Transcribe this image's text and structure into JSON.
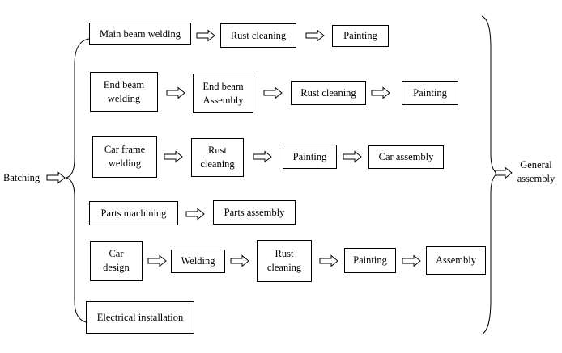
{
  "diagram": {
    "batching": "Batching",
    "general_assembly": "General\nassembly",
    "rows": [
      [
        "Main beam welding",
        "Rust cleaning",
        "Painting"
      ],
      [
        "End beam\nwelding",
        "End beam\nAssembly",
        "Rust  cleaning",
        "Painting"
      ],
      [
        "Car frame\nwelding",
        "Rust\ncleaning",
        "Painting",
        "Car assembly"
      ],
      [
        "Parts machining",
        "Parts assembly"
      ],
      [
        "Car\ndesign",
        "Welding",
        "Rust\ncleaning",
        "Painting",
        "Assembly"
      ],
      [
        "Electrical installation"
      ]
    ]
  }
}
